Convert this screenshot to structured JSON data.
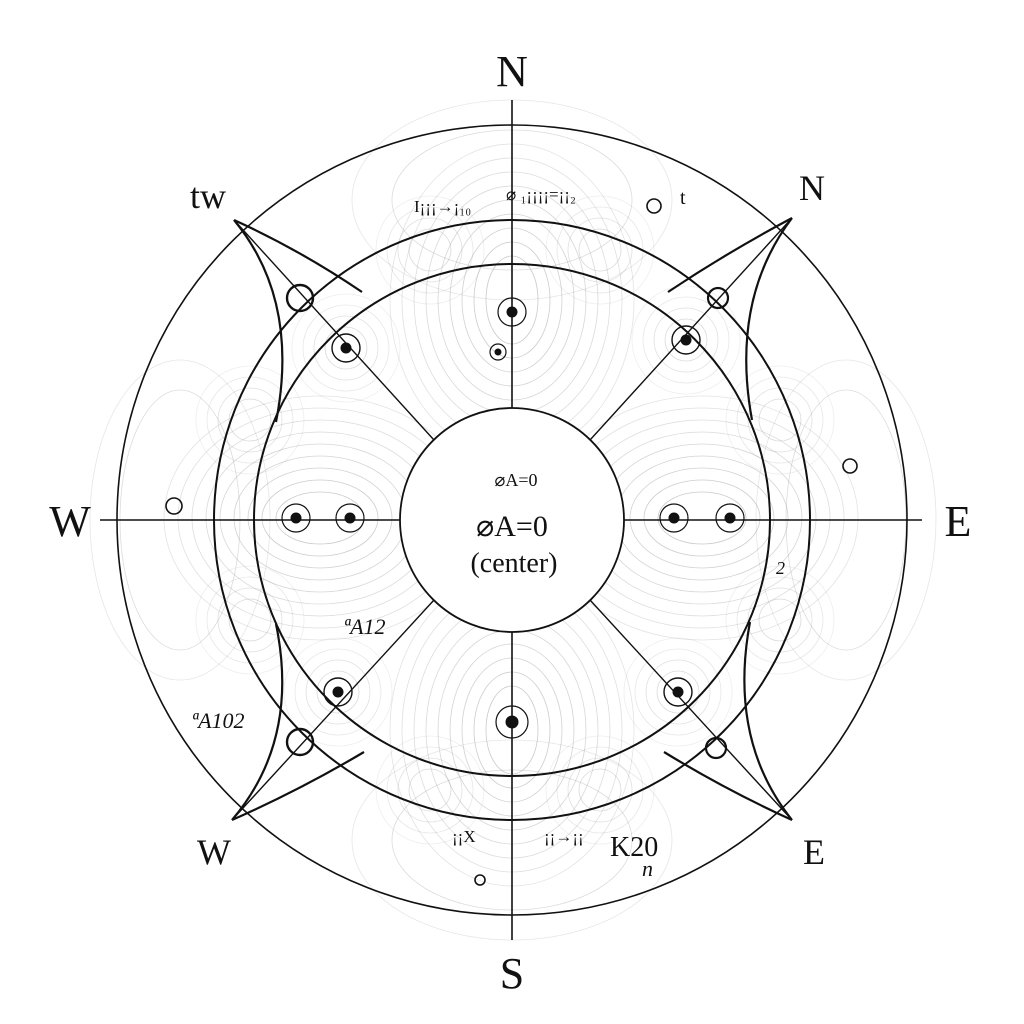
{
  "compass": {
    "north": "N",
    "south": "S",
    "east": "E",
    "west": "W",
    "northeast": "N",
    "northwest": "tw",
    "southwest": "W",
    "southeast": "E"
  },
  "center": {
    "small_label": "⌀A=0",
    "main_label": "⌀A=0",
    "sub_label": "(center)"
  },
  "annotations": {
    "a12": "ªA12",
    "a102": "ªA102",
    "k20": "K20",
    "n": "n",
    "e2": "2",
    "top_t": "t",
    "top_left_scribble": "I¡¡¡→¡₁₀",
    "top_mid_scribble": "⌀ ₁¡¡¡¡=¡¡₂",
    "bottom_left_scribble": "¡¡X",
    "bottom_right_scribble": "¡¡→¡¡"
  },
  "colors": {
    "ink": "#111111",
    "faint": "#9a9a9a",
    "background": "#ffffff"
  }
}
